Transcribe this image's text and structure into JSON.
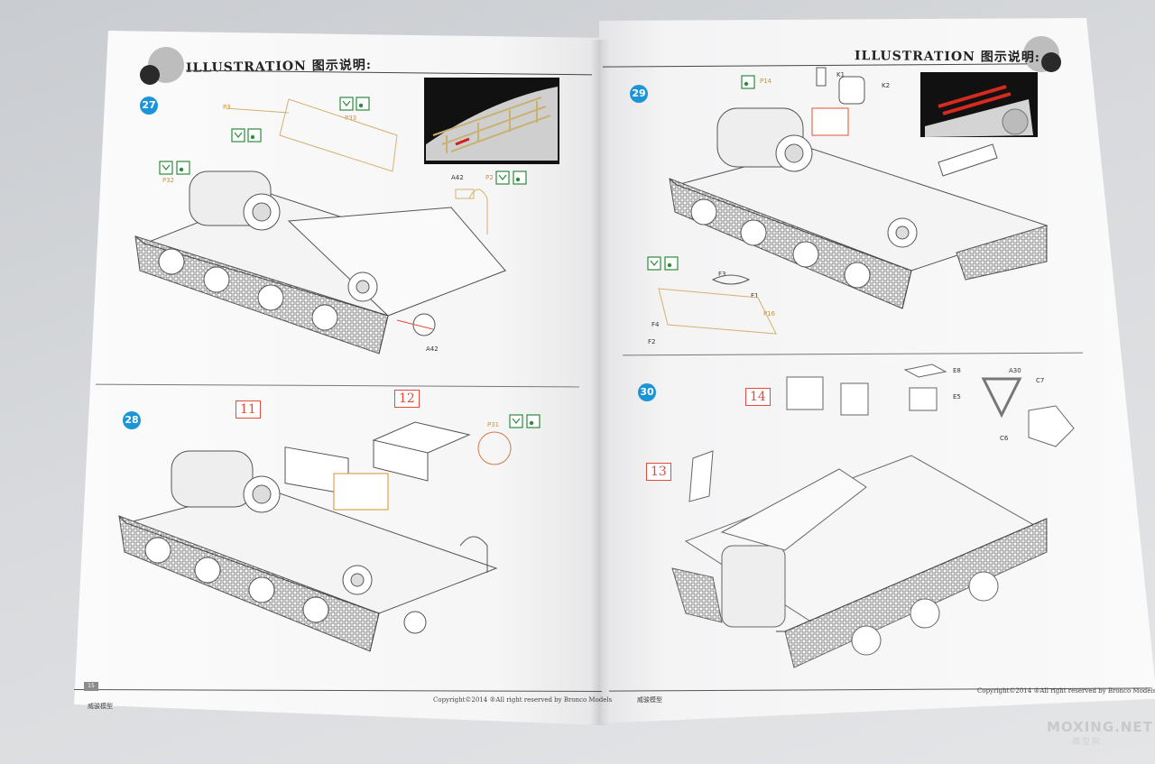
{
  "booklet": {
    "header_left": "ILLUSTRATION 图示说明:",
    "header_right": "ILLUSTRATION 图示说明:",
    "steps": [
      {
        "number": "27",
        "sub_numbers": [],
        "part_labels": [
          "P3",
          "P33",
          "P32",
          "A42",
          "P2",
          "A42"
        ]
      },
      {
        "number": "28",
        "sub_numbers": [
          "11",
          "12"
        ],
        "part_labels": [
          "P31"
        ]
      },
      {
        "number": "29",
        "sub_numbers": [],
        "part_labels": [
          "P14",
          "K1",
          "K2",
          "F3",
          "F1",
          "P16",
          "F4",
          "F2"
        ]
      },
      {
        "number": "30",
        "sub_numbers": [
          "14",
          "13"
        ],
        "part_labels": [
          "E8",
          "A30",
          "C7",
          "E5",
          "C6"
        ]
      }
    ],
    "footer": {
      "left_page_number": "15",
      "left_brand": "威骏模型",
      "left_copyright": "Copyright©2014 ®All right reserved by Bronco Models",
      "right_brand": "威骏模型",
      "right_copyright": "Copyright©2014 ®All right reserved by Bronco Models"
    }
  },
  "watermark": {
    "main": "MOXING.NET",
    "sub": "模型网"
  },
  "colors": {
    "step_badge": "#1c95d8",
    "sub_number": "#e04b3c",
    "photo_etch": "#d6902f",
    "cement_icon": "#2f8a3c"
  }
}
